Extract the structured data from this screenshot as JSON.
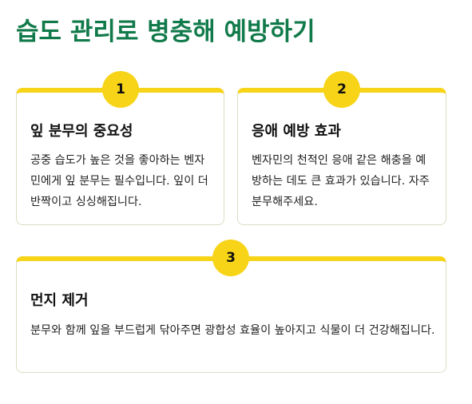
{
  "page": {
    "title": "습도 관리로 병충해 예방하기"
  },
  "cards": [
    {
      "number": "1",
      "title": "잎 분무의 중요성",
      "text": "공중 습도가 높은 것을 좋아하는 벤자민에게 잎 분무는 필수입니다. 잎이 더 반짝이고 싱싱해집니다."
    },
    {
      "number": "2",
      "title": "응애 예방 효과",
      "text": "벤자민의 천적인 응애 같은 해충을 예방하는 데도 큰 효과가 있습니다. 자주 분무해주세요."
    },
    {
      "number": "3",
      "title": "먼지 제거",
      "text": "분무와 함께 잎을 부드럽게 닦아주면 광합성 효율이 높아지고 식물이 더 건강해집니다."
    }
  ],
  "colors": {
    "title_green": "#117a4a",
    "accent_yellow": "#f7d418"
  }
}
